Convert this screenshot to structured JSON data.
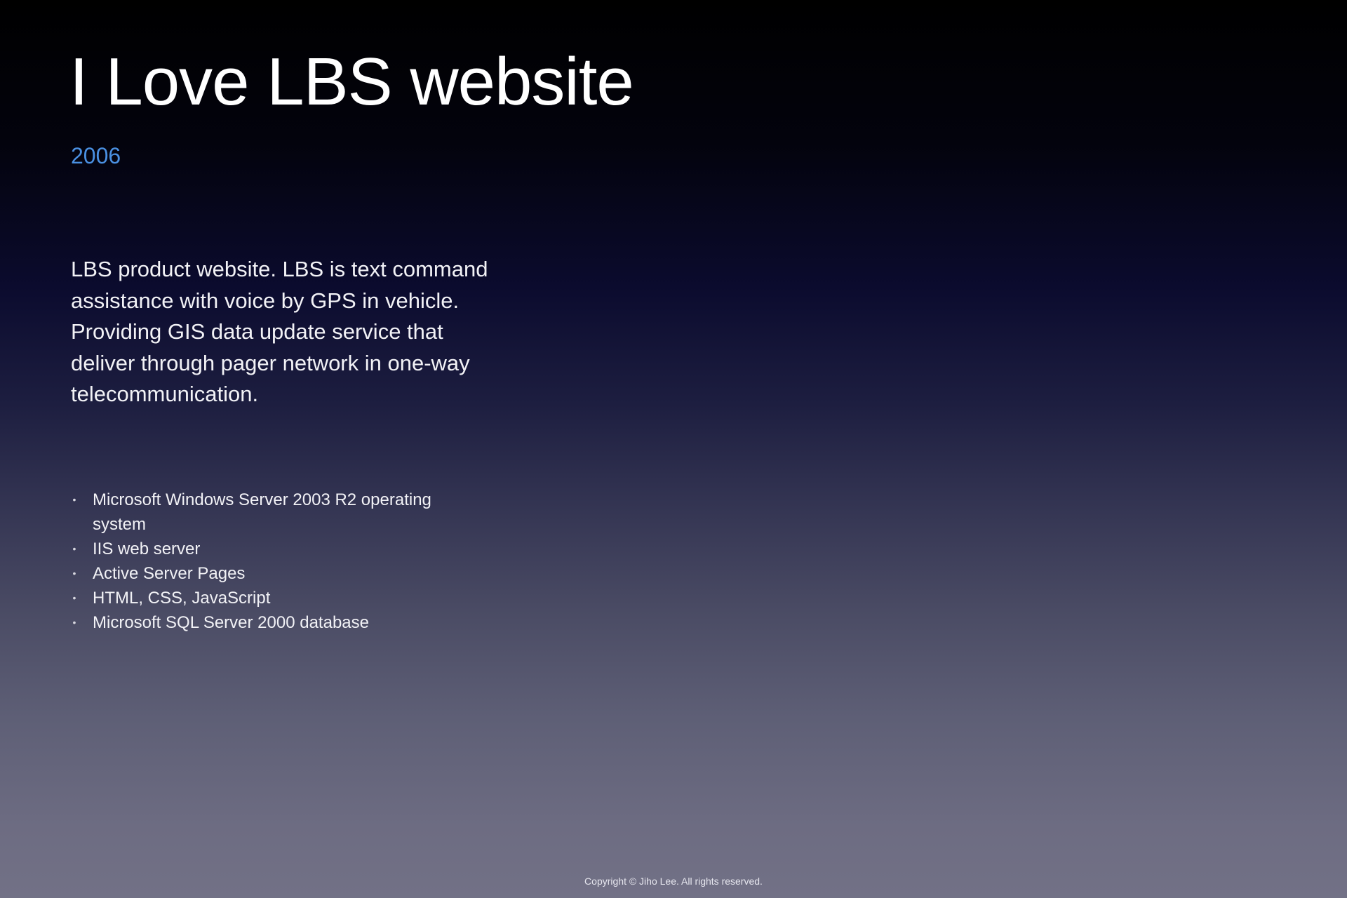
{
  "slide": {
    "title": "I Love LBS website",
    "year": "2006",
    "description": "LBS product website. LBS is text command assistance with voice by GPS in vehicle. Providing GIS data update service that deliver through pager network in one-way telecommunication.",
    "tech_stack": [
      "Microsoft Windows Server 2003 R2 operating system",
      "IIS web server",
      "Active Server Pages",
      "HTML, CSS, JavaScript",
      "Microsoft SQL Server 2000 database"
    ],
    "bullet_glyph": "•",
    "copyright": "Copyright © Jiho Lee. All rights reserved."
  },
  "colors": {
    "title": "#ffffff",
    "year_accent": "#4a90e2",
    "body_text": "#f2f2f6"
  }
}
